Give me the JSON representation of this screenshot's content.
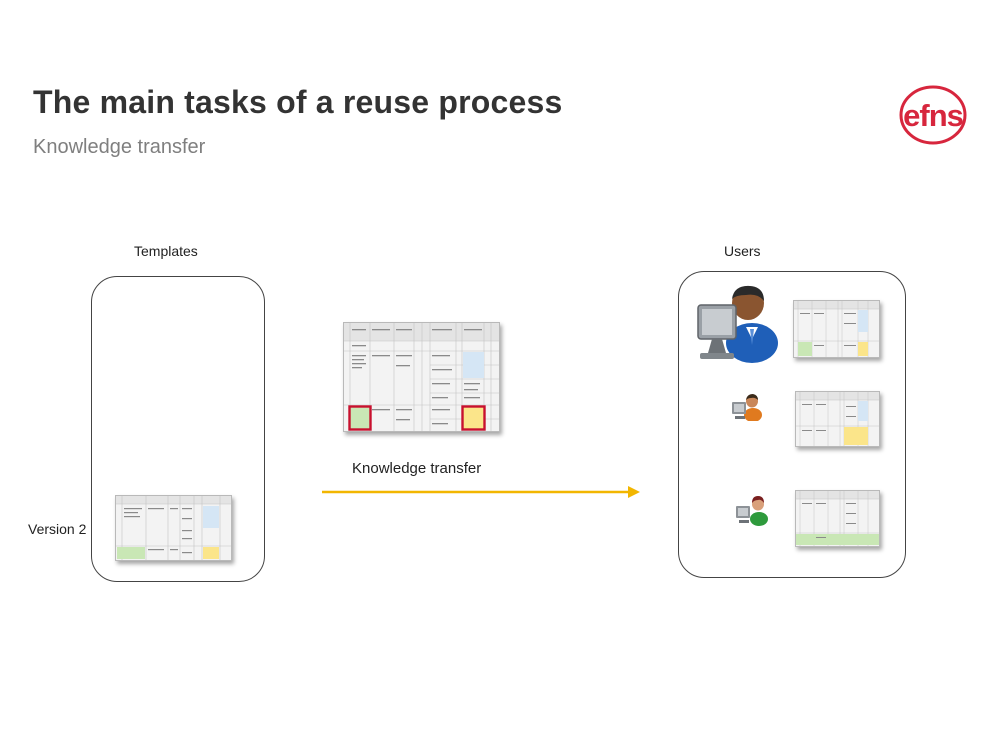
{
  "slide": {
    "title": "The main tasks of a reuse process",
    "subtitle": "Knowledge transfer",
    "logo_text": "efns"
  },
  "diagram": {
    "templates_label": "Templates",
    "users_label": "Users",
    "version_label": "Version 2",
    "transfer_label": "Knowledge transfer",
    "users": [
      {
        "icon": "user-at-computer-large-icon"
      },
      {
        "icon": "user-at-computer-small-icon"
      },
      {
        "icon": "user-at-computer-small-icon"
      }
    ]
  },
  "colors": {
    "accent_arrow": "#f2b600",
    "logo_red": "#d7263d",
    "highlight_red": "#c8102e",
    "cell_green": "#c9e7b5",
    "cell_yellow": "#fbe58a",
    "cell_blue": "#d5e6f5",
    "user_shirt_blue": "#1f5fb8",
    "user_shirt_orange": "#e07a1f",
    "user_shirt_green": "#2e9a3c"
  }
}
